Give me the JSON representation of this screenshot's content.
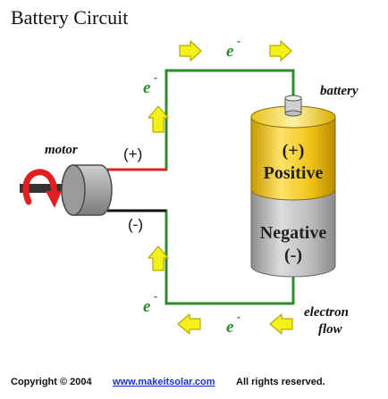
{
  "title": "Battery Circuit",
  "electron_symbol": "e",
  "electron_charge": "-",
  "labels": {
    "motor": "motor",
    "battery": "battery",
    "electron_flow_line1": "electron",
    "electron_flow_line2": "flow",
    "motor_plus": "(+)",
    "motor_minus": "(-)"
  },
  "battery": {
    "top_sign": "(+)",
    "top_word": "Positive",
    "bottom_word": "Negative",
    "bottom_sign": "(-)"
  },
  "footer": {
    "copyright": "Copyright © 2004",
    "link": "www.makeitsolar.com",
    "rights": "All rights reserved."
  },
  "colors": {
    "wire": "#2e8b2e",
    "wire_red": "#e02020",
    "wire_black": "#111111",
    "arrow_fill": "#f2f21a",
    "arrow_stroke": "#b8a800",
    "battery_positive": "#f0c419",
    "battery_negative": "#b8b8b8",
    "motor_body": "#a8a8a8",
    "motor_arrow": "#e02020"
  }
}
